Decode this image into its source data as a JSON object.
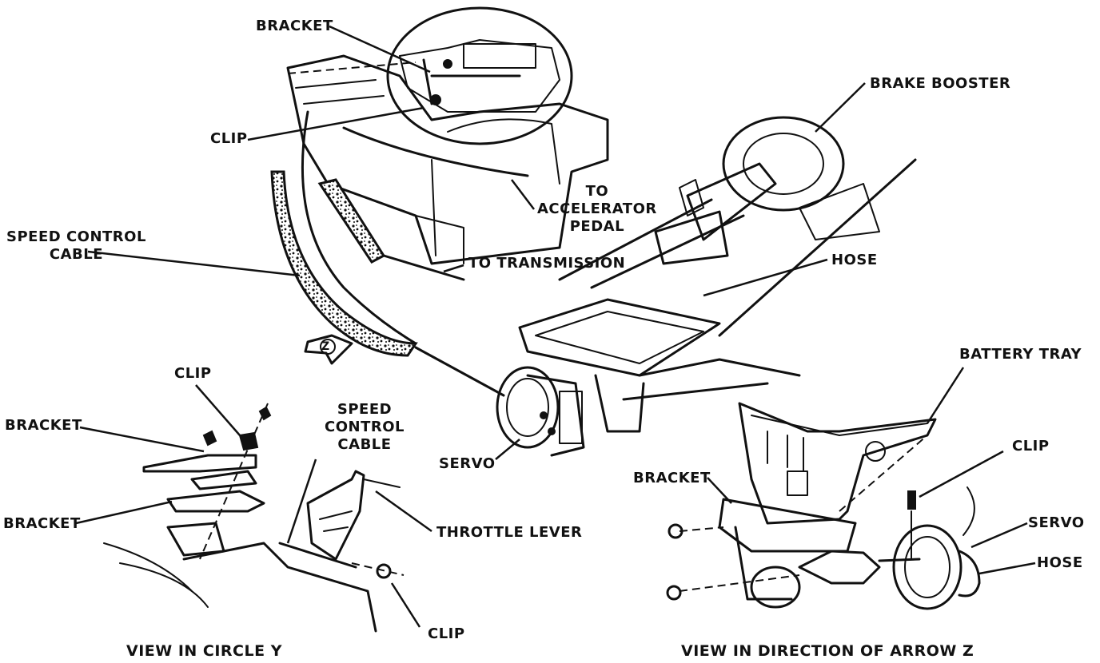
{
  "labels": {
    "bracket_top": "BRACKET",
    "clip_top": "CLIP",
    "speed_control_cable": "SPEED CONTROL\nCABLE",
    "to_accelerator_pedal": "TO\nACCELERATOR\nPEDAL",
    "to_transmission": "TO TRANSMISSION",
    "brake_booster": "BRAKE BOOSTER",
    "hose_main": "HOSE",
    "battery_tray": "BATTERY TRAY",
    "servo_main": "SERVO",
    "arrow_z_marker": "Z",
    "clip_circle_y_top": "CLIP",
    "bracket_circle_y_upper": "BRACKET",
    "bracket_circle_y_lower": "BRACKET",
    "speed_control_cable_detail": "SPEED\nCONTROL\nCABLE",
    "throttle_lever": "THROTTLE LEVER",
    "clip_circle_y_bottom": "CLIP",
    "clip_arrow_z": "CLIP",
    "bracket_arrow_z": "BRACKET",
    "servo_arrow_z": "SERVO",
    "hose_arrow_z": "HOSE"
  },
  "captions": {
    "view_circle_y": "VIEW IN CIRCLE Y",
    "view_arrow_z": "VIEW IN DIRECTION OF ARROW Z"
  }
}
